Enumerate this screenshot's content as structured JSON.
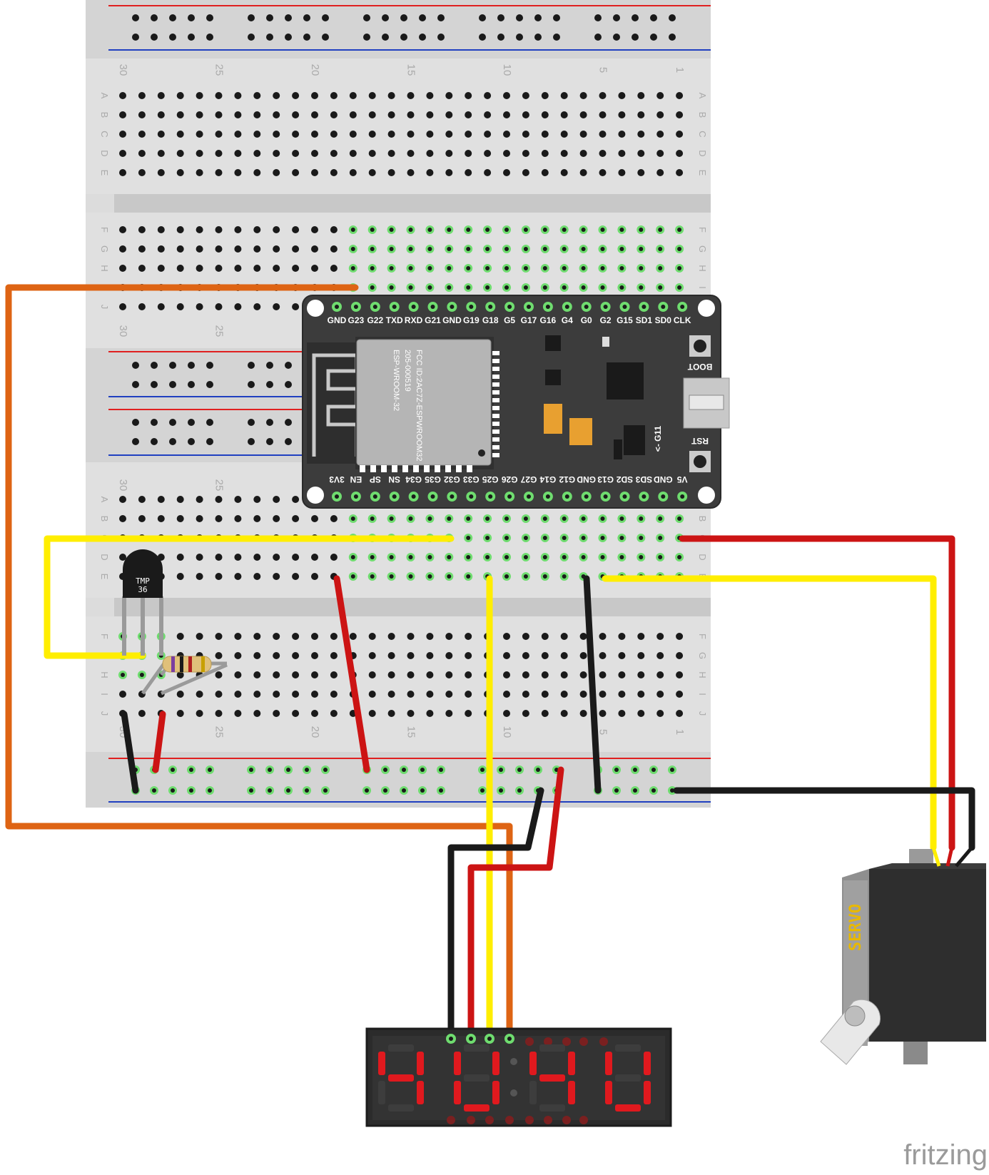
{
  "breadboard": {
    "row_letters": [
      "A",
      "B",
      "C",
      "D",
      "E",
      "F",
      "G",
      "H",
      "I",
      "J"
    ],
    "column_numbers": [
      "30",
      "25",
      "20",
      "15",
      "10",
      "5",
      "1"
    ]
  },
  "esp32": {
    "top_pins": [
      "GND",
      "G23",
      "G22",
      "TXD",
      "RXD",
      "G21",
      "GND",
      "G19",
      "G18",
      "G5",
      "G17",
      "G16",
      "G4",
      "G0",
      "G2",
      "G15",
      "SD1",
      "SD0",
      "CLK"
    ],
    "bottom_pins": [
      "3V3",
      "EN",
      "SP",
      "SN",
      "G34",
      "G35",
      "G32",
      "G33",
      "G25",
      "G26",
      "G27",
      "G14",
      "G12",
      "GND",
      "G13",
      "SD2",
      "SD3",
      "GND",
      "V5"
    ],
    "module_text": [
      "ESP-WROOM-32",
      "205-000519",
      "FCC ID:2AC7Z-ESPWROOM32"
    ],
    "boot_label": "BOOT",
    "rst_label": "RST",
    "g11_label": "<- G11"
  },
  "sensor": {
    "label_line1": "TMP",
    "label_line2": "36"
  },
  "servo": {
    "label": "SERVO"
  },
  "display": {
    "digits": "4U4U"
  },
  "watermark": "fritzing",
  "colors": {
    "wire_orange": "#de6414",
    "wire_yellow": "#ffee00",
    "wire_red": "#cc1414",
    "wire_black": "#1a1a1a",
    "breadboard": "#d9d9d9",
    "esp32_board": "#3c3c3c",
    "segment_on": "#e0191e"
  }
}
